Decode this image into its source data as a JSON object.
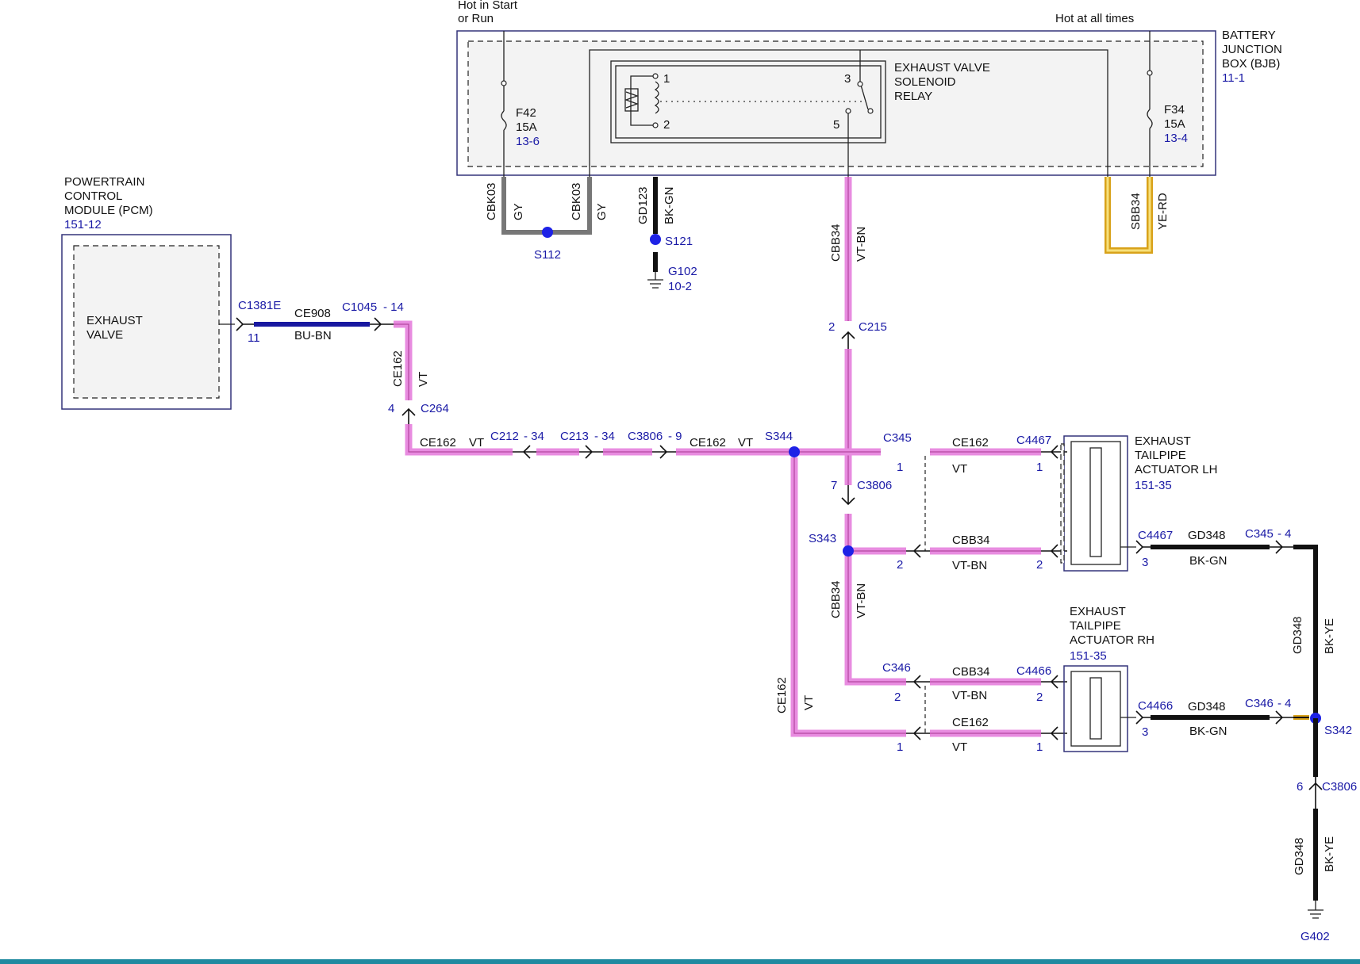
{
  "colors": {
    "violet": "#e88ce0",
    "gray": "#777777",
    "black": "#111111",
    "blue": "#1818a0",
    "yellow": "#d8a21a",
    "label_blue": "#1a1aa6",
    "footer": "#1f8aa0"
  },
  "bjb": {
    "name_l1": "BATTERY",
    "name_l2": "JUNCTION",
    "name_l3": "BOX (BJB)",
    "ref": "11-1",
    "hot_start_l1": "Hot in Start",
    "hot_start_l2": "or Run",
    "hot_all": "Hot at all times"
  },
  "fuse_f42": {
    "name": "F42",
    "amps": "15A",
    "ref": "13-6"
  },
  "fuse_f34": {
    "name": "F34",
    "amps": "15A",
    "ref": "13-4"
  },
  "relay": {
    "name_l1": "EXHAUST VALVE",
    "name_l2": "SOLENOID",
    "name_l3": "RELAY",
    "pin1": "1",
    "pin2": "2",
    "pin3": "3",
    "pin5": "5"
  },
  "pcm": {
    "name_l1": "POWERTRAIN",
    "name_l2": "CONTROL",
    "name_l3": "MODULE (PCM)",
    "ref": "151-12",
    "inner_l1": "EXHAUST",
    "inner_l2": "VALVE"
  },
  "actuator_lh": {
    "name_l1": "EXHAUST",
    "name_l2": "TAILPIPE",
    "name_l3": "ACTUATOR LH",
    "ref": "151-35"
  },
  "actuator_rh": {
    "name_l1": "EXHAUST",
    "name_l2": "TAILPIPE",
    "name_l3": "ACTUATOR RH",
    "ref": "151-35"
  },
  "wires": {
    "cbk03": "CBK03",
    "gy": "GY",
    "gd123": "GD123",
    "bkgn": "BK-GN",
    "cbb34": "CBB34",
    "vtbn": "VT-BN",
    "sbb34": "SBB34",
    "yerd": "YE-RD",
    "ce908": "CE908",
    "bubn": "BU-BN",
    "ce162": "CE162",
    "vt": "VT",
    "gd348": "GD348",
    "bkye": "BK-YE"
  },
  "splices": {
    "s112": "S112",
    "s121": "S121",
    "s344": "S344",
    "s343": "S343",
    "s342": "S342"
  },
  "grounds": {
    "g102": "G102",
    "g102_ref": "10-2",
    "g402": "G402"
  },
  "connectors": {
    "c1381e": "C1381E",
    "c1381e_pin": "11",
    "c1045": "C1045",
    "c1045_pin": "- 14",
    "c264": "C264",
    "c264_pin": "4",
    "c215": "C215",
    "c215_pin": "2",
    "c212": "C212",
    "c212_pin": "- 34",
    "c213": "C213",
    "c213_pin": "- 34",
    "c3806": "C3806",
    "c3806_pin": "- 9",
    "c3806b_pin": "7",
    "c3806c_pin": "6",
    "c345": "C345",
    "c345_pin": "1",
    "c345_pin2": "2",
    "c345b_pin": "- 4",
    "c346": "C346",
    "c346_pin": "2",
    "c346_pin2": "1",
    "c346b_pin": "- 4",
    "c4467": "C4467",
    "c4467_pin1": "1",
    "c4467_pin2": "2",
    "c4467_pin3": "3",
    "c4466": "C4466",
    "c4466_pin1": "2",
    "c4466_pin2": "1",
    "c4466_pin3": "3"
  }
}
